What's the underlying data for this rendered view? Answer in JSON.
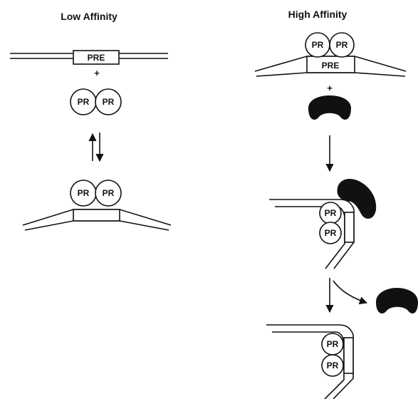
{
  "panels": {
    "left": {
      "title": "Low Affinity",
      "element_label": "PRE",
      "plus": "+",
      "protein_labels": [
        "PR",
        "PR"
      ]
    },
    "right": {
      "title": "High Affinity",
      "element_label": "PRE",
      "plus": "+",
      "protein_labels": [
        "PR",
        "PR"
      ]
    }
  },
  "colors": {
    "ink": "#111111",
    "background": "#ffffff"
  }
}
